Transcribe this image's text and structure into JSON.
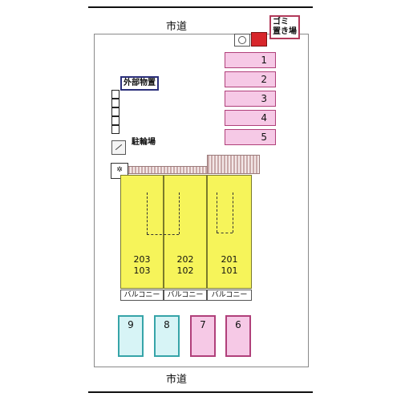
{
  "roads": {
    "top": "市道",
    "bottom": "市道"
  },
  "labels": {
    "trash": [
      "ゴミ",
      "置き場"
    ],
    "storage": "外部物置",
    "bicycle": "駐輪場"
  },
  "parking_top": [
    "1",
    "2",
    "3",
    "4",
    "5"
  ],
  "units": [
    {
      "upper": "203",
      "lower": "103"
    },
    {
      "upper": "202",
      "lower": "102"
    },
    {
      "upper": "201",
      "lower": "101"
    }
  ],
  "balconies": [
    "バルコニー",
    "バルコニー",
    "バルコニー"
  ],
  "parking_bottom": [
    {
      "number": "9",
      "color": "#36a4a8"
    },
    {
      "number": "8",
      "color": "#36a4a8"
    },
    {
      "number": "7",
      "color": "#b0407a"
    },
    {
      "number": "6",
      "color": "#b0407a"
    }
  ]
}
